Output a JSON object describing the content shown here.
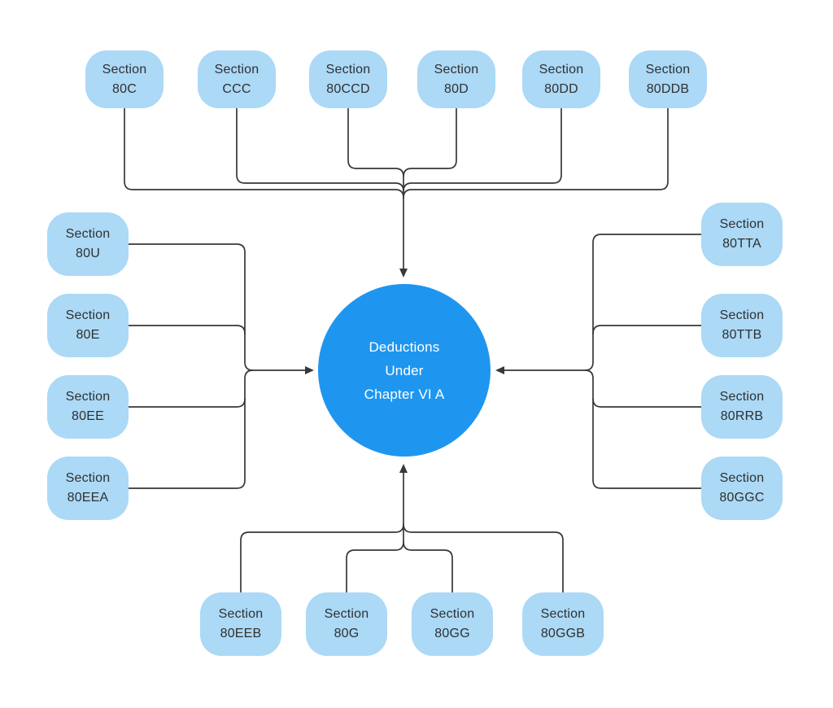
{
  "colors": {
    "canvas_bg": "#ffffff",
    "node_fill": "#abd9f6",
    "node_text": "#303030",
    "center_fill": "#1e96f0",
    "center_text": "#ffffff",
    "line": "#383838"
  },
  "center": {
    "label": "Deductions\nUnder\nChapter VI A"
  },
  "top_nodes": [
    {
      "label": "Section\n80C"
    },
    {
      "label": "Section\nCCC"
    },
    {
      "label": "Section\n80CCD"
    },
    {
      "label": "Section\n80D"
    },
    {
      "label": "Section\n80DD"
    },
    {
      "label": "Section\n80DDB"
    }
  ],
  "left_nodes": [
    {
      "label": "Section\n80U"
    },
    {
      "label": "Section\n80E"
    },
    {
      "label": "Section\n80EE"
    },
    {
      "label": "Section\n80EEA"
    }
  ],
  "right_nodes": [
    {
      "label": "Section\n80TTA"
    },
    {
      "label": "Section\n80TTB"
    },
    {
      "label": "Section\n80RRB"
    },
    {
      "label": "Section\n80GGC"
    }
  ],
  "bottom_nodes": [
    {
      "label": "Section\n80EEB"
    },
    {
      "label": "Section\n80G"
    },
    {
      "label": "Section\n80GG"
    },
    {
      "label": "Section\n80GGB"
    }
  ]
}
